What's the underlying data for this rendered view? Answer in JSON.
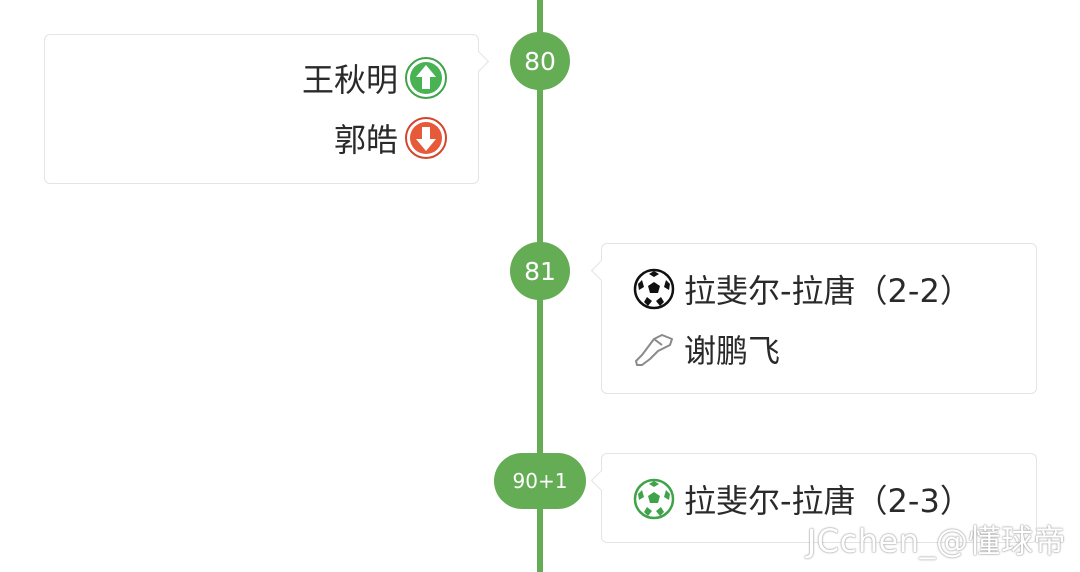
{
  "timeline": {
    "accent_color": "#64ad55",
    "events": [
      {
        "minute": "80",
        "type": "substitution",
        "player_in": "王秋明",
        "player_in_icon": "sub-in-arrow-up-icon",
        "player_out": "郭皓",
        "player_out_icon": "sub-out-arrow-down-icon"
      },
      {
        "minute": "81",
        "type": "goal",
        "scorer_text": "拉斐尔-拉唐（2-2）",
        "scorer_icon": "soccer-ball-icon",
        "assist": "谢鹏飞",
        "assist_icon": "boot-icon"
      },
      {
        "minute": "90+1",
        "type": "goal",
        "scorer_text": "拉斐尔-拉唐（2-3）",
        "scorer_icon": "green-soccer-ball-icon"
      }
    ]
  },
  "watermark": "JCchen_@懂球帝"
}
